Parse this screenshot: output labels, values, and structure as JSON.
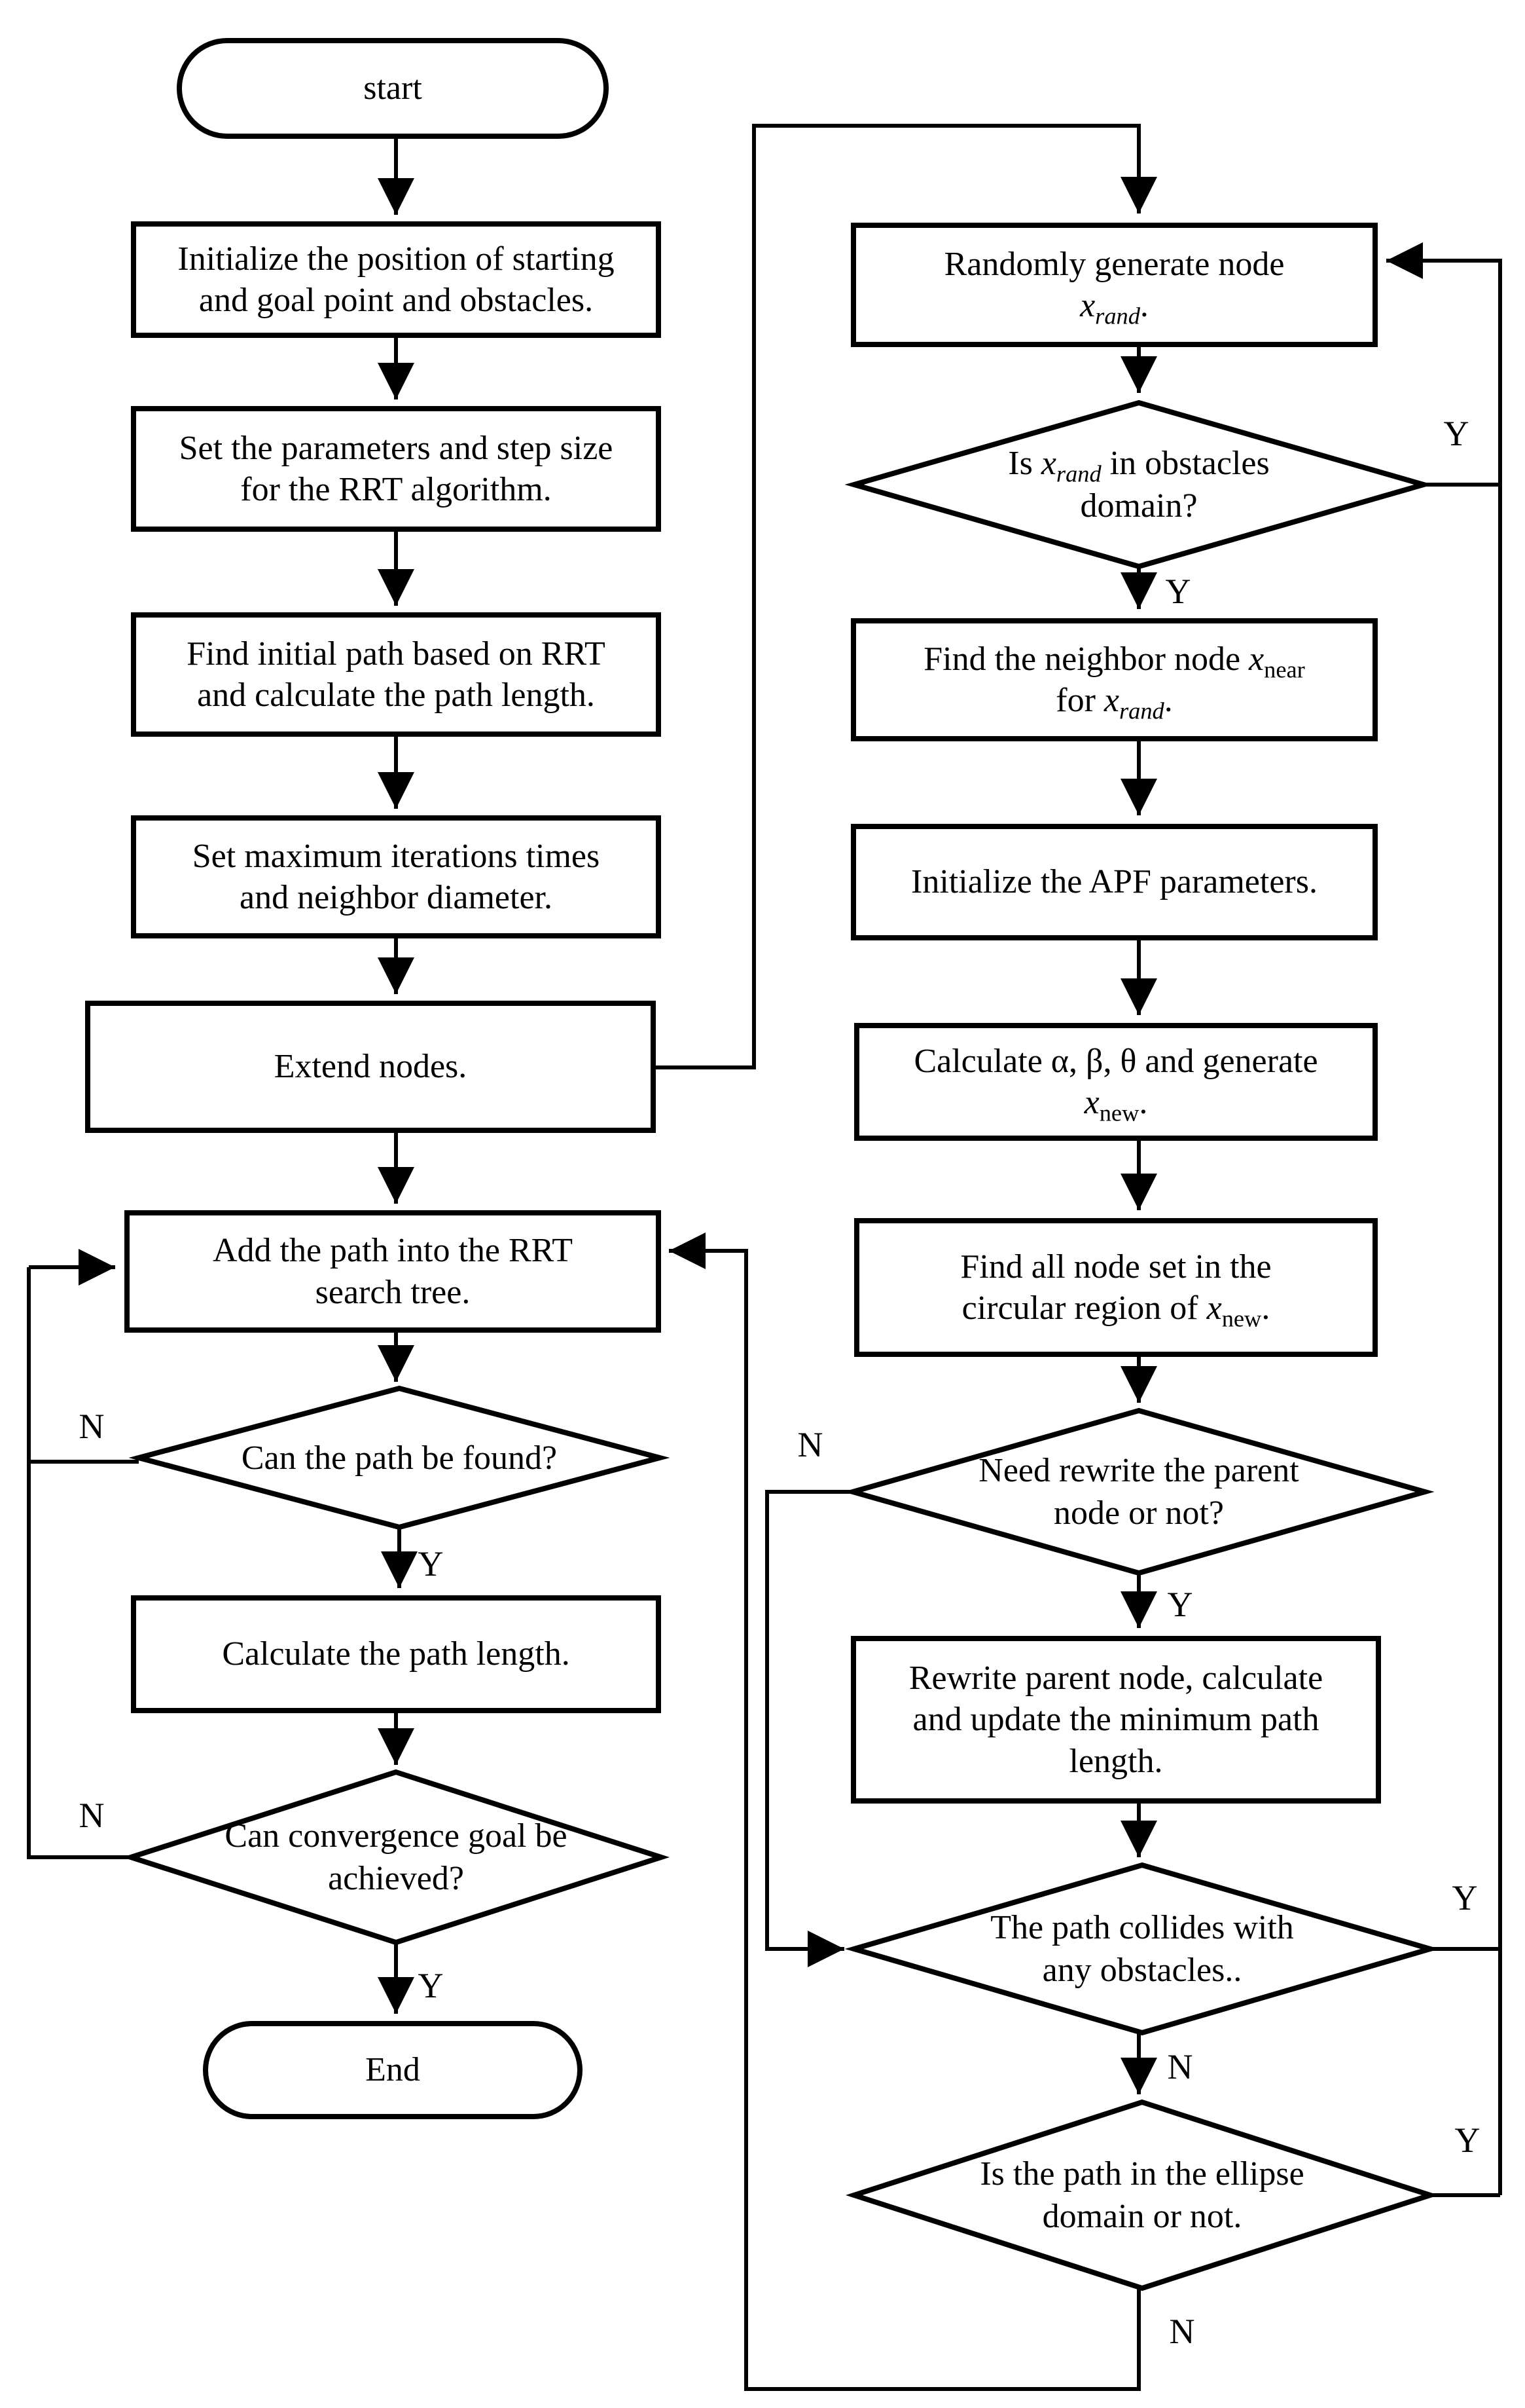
{
  "nodes": {
    "start": {
      "text": "start"
    },
    "init": {
      "line1": "Initialize the position of starting",
      "line2": "and goal point and obstacles."
    },
    "params": {
      "line1": "Set the parameters and step size",
      "line2": "for the RRT algorithm."
    },
    "initial_path": {
      "line1": "Find initial path based on RRT",
      "line2": "and calculate the path length."
    },
    "iterations": {
      "line1": "Set maximum iterations times",
      "line2": "and neighbor diameter."
    },
    "extend": {
      "text": "Extend nodes."
    },
    "add_path": {
      "line1": "Add the path into the RRT",
      "line2": "search tree."
    },
    "path_found": {
      "text": "Can the path be found?"
    },
    "calc_length": {
      "text": "Calculate the path length."
    },
    "convergence": {
      "line1": "Can convergence goal be",
      "line2": "achieved?"
    },
    "end": {
      "text": "End"
    },
    "rand_node": {
      "line1": "Randomly generate node",
      "var_base": "x",
      "var_sub": "rand",
      "tail": "."
    },
    "obstacle_check": {
      "pre": "Is ",
      "var_base": "x",
      "var_sub": "rand",
      "post": " in obstacles",
      "line2": "domain?"
    },
    "neighbor": {
      "pre": "Find the neighbor node ",
      "v1_base": "x",
      "v1_sub": "near",
      "line2_pre": "for ",
      "v2_base": "x",
      "v2_sub": "rand",
      "tail": "."
    },
    "apf": {
      "text": "Initialize the APF parameters."
    },
    "calc_greek": {
      "line1": "Calculate α, β, θ and generate",
      "v_base": "x",
      "v_sub": "new",
      "tail": "."
    },
    "node_set": {
      "line1": "Find all node set in the",
      "line2_pre": "circular region of  ",
      "v_base": "x",
      "v_sub": "new",
      "tail": "."
    },
    "rewrite_q": {
      "line1": "Need rewrite the parent",
      "line2": "node or not?"
    },
    "rewrite": {
      "line1": "Rewrite parent node, calculate",
      "line2": "and update the minimum path",
      "line3": "length."
    },
    "collide": {
      "line1": "The path collides with",
      "line2": "any obstacles.."
    },
    "ellipse": {
      "line1": "Is the path in the ellipse",
      "line2": "domain or not."
    }
  },
  "edges": {
    "found_no": "N",
    "found_yes": "Y",
    "conv_no": "N",
    "conv_yes": "Y",
    "obst_yes_right": "Y",
    "obst_yes_down": "Y",
    "rewrite_no": "N",
    "rewrite_yes": "Y",
    "collide_yes": "Y",
    "collide_no": "N",
    "ellipse_yes": "Y",
    "ellipse_no": "N"
  },
  "colors": {
    "line": "#000000",
    "background": "#ffffff"
  }
}
